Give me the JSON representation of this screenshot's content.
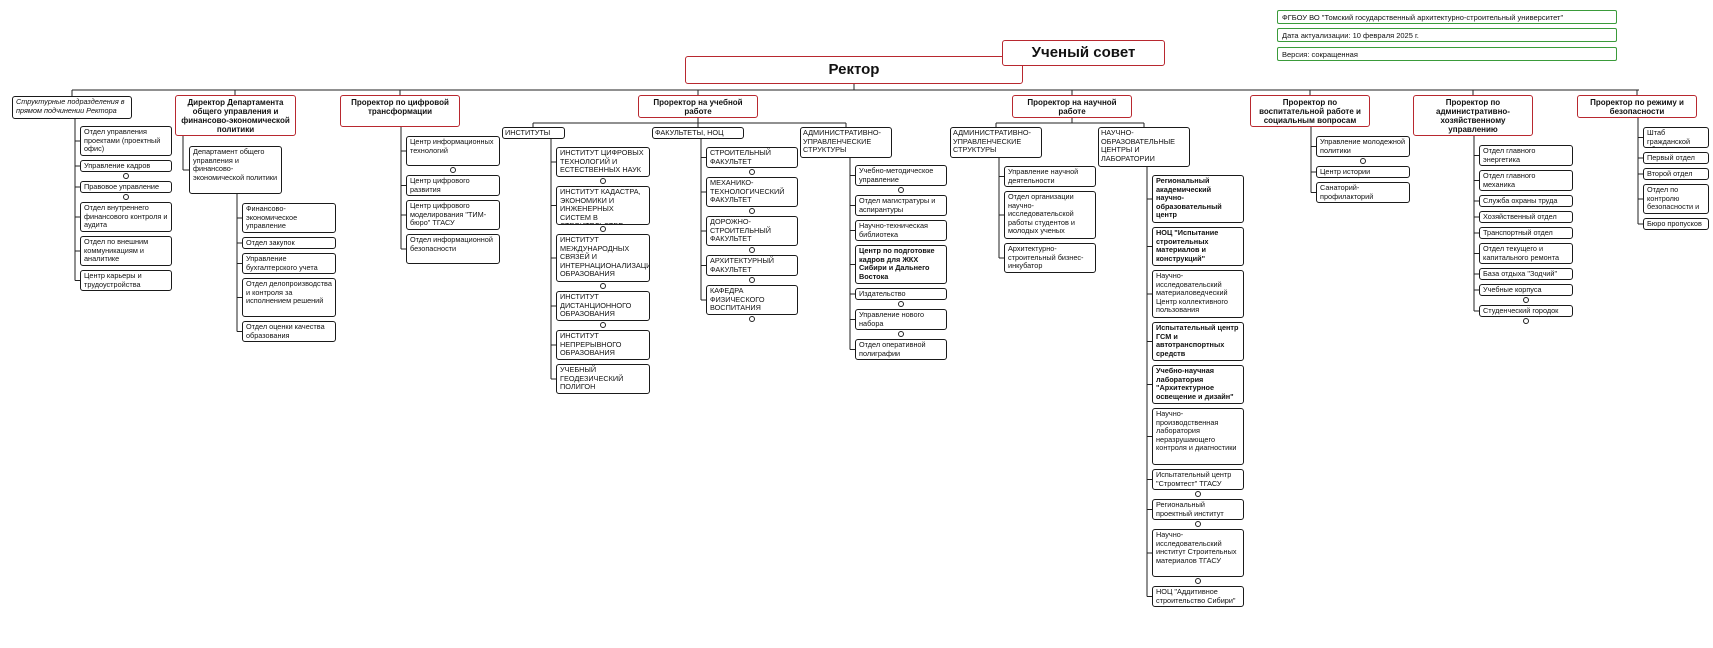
{
  "info": {
    "line1": "ФГБОУ ВО \"Томский государственный архитектурно-строительный университет\"",
    "line2": "Дата актуализации: 10 февраля 2025 г.",
    "line3": "Версия: сокращенная"
  },
  "top": {
    "rector": "Ректор",
    "council": "Ученый совет"
  },
  "rector_direct": {
    "header": "Структурные подразделения в прямом подчинении Ректора",
    "items": [
      "Отдел управления проектами (проектный офис)",
      "Управление кадров",
      "Правовое управление",
      "Отдел внутреннего финансового контроля и аудита",
      "Отдел по внешним коммуникациям и аналитике",
      "Центр карьеры и трудоустройства"
    ]
  },
  "finance": {
    "header": "Директор Департамента общего управления и финансово-экономической политики",
    "dept": "Департамент общего управления и финансово-экономической политики",
    "items": [
      "Финансово-экономическое управление",
      "Отдел закупок",
      "Управление бухгалтерского учета",
      "Отдел делопроизводства и контроля за исполнением решений",
      "Отдел оценки качества образования"
    ]
  },
  "digital": {
    "header": "Проректор по цифровой трансформации",
    "items": [
      "Центр информационных технологий",
      "Центр цифрового развития",
      "Центр цифрового моделирования \"ТИМ-бюро\" ТГАСУ",
      "Отдел информационной безопасности"
    ]
  },
  "academic": {
    "header": "Проректор на учебной работе",
    "institutes_label": "ИНСТИТУТЫ",
    "institutes": [
      "ИНСТИТУТ ЦИФРОВЫХ ТЕХНОЛОГИЙ И ЕСТЕСТВЕННЫХ НАУК",
      "ИНСТИТУТ КАДАСТРА, ЭКОНОМИКИ И ИНЖЕНЕРНЫХ СИСТЕМ В СТРОИТЕЛЬСТВЕ",
      "ИНСТИТУТ МЕЖДУНАРОДНЫХ СВЯЗЕЙ И ИНТЕРНАЦИОНАЛИЗАЦИИ ОБРАЗОВАНИЯ",
      "ИНСТИТУТ ДИСТАНЦИОННОГО ОБРАЗОВАНИЯ",
      "ИНСТИТУТ НЕПРЕРЫВНОГО ОБРАЗОВАНИЯ",
      "УЧЕБНЫЙ ГЕОДЕЗИЧЕСКИЙ ПОЛИГОН"
    ],
    "faculties_label": "ФАКУЛЬТЕТЫ, НОЦ",
    "faculties": [
      "СТРОИТЕЛЬНЫЙ ФАКУЛЬТЕТ",
      "МЕХАНИКО-ТЕХНОЛОГИЧЕСКИЙ ФАКУЛЬТЕТ",
      "ДОРОЖНО-СТРОИТЕЛЬНЫЙ ФАКУЛЬТЕТ",
      "АРХИТЕКТУРНЫЙ ФАКУЛЬТЕТ",
      "КАФЕДРА ФИЗИЧЕСКОГО ВОСПИТАНИЯ"
    ],
    "admin_label": "АДМИНИСТРАТИВНО-УПРАВЛЕНЧЕСКИЕ СТРУКТУРЫ",
    "admin": [
      "Учебно-методическое управление",
      "Отдел магистратуры и аспирантуры",
      "Научно-техническая библиотека",
      "Центр по подготовке кадров для ЖКХ Сибири и Дальнего Востока",
      "Издательство",
      "Управление нового набора",
      "Отдел оперативной полиграфии"
    ]
  },
  "science": {
    "header": "Проректор на научной работе",
    "admin_label": "АДМИНИСТРАТИВНО-УПРАВЛЕНЧЕСКИЕ СТРУКТУРЫ",
    "admin": [
      "Управление научной деятельности",
      "Отдел организации научно-исследовательской работы студентов и молодых ученых",
      "Архитектурно-строительный бизнес-инкубатор"
    ],
    "centers_label": "НАУЧНО-ОБРАЗОВАТЕЛЬНЫЕ ЦЕНТРЫ И ЛАБОРАТОРИИ",
    "centers": [
      "Региональный академический научно-образовательный центр",
      "НОЦ \"Испытание строительных материалов и конструкций\"",
      "Научно-исследовательский материаловедческий Центр коллективного пользования",
      "Испытательный центр ГСМ и автотранспортных средств",
      "Учебно-научная лаборатория \"Архитектурное освещение и дизайн\"",
      "Научно-производственная лаборатория неразрушающего контроля и диагностики",
      "Испытательный центр \"Стромтест\" ТГАСУ",
      "Региональный проектный институт",
      "Научно-исследовательский институт Строительных материалов ТГАСУ",
      "НОЦ \"Аддитивное строительство Сибири\""
    ]
  },
  "social": {
    "header": "Проректор по воспитательной работе и социальным вопросам",
    "items": [
      "Управление молодежной политики",
      "Центр истории",
      "Санаторий-профилакторий"
    ]
  },
  "admin_econ": {
    "header": "Проректор по административно-хозяйственному управлению",
    "items": [
      "Отдел главного энергетика",
      "Отдел главного механика",
      "Служба охраны труда",
      "Хозяйственный отдел",
      "Транспортный отдел",
      "Отдел текущего и капитального ремонта",
      "База отдыха \"Зодчий\"",
      "Учебные корпуса",
      "Студенческий городок"
    ]
  },
  "security": {
    "header": "Проректор по режиму и безопасности",
    "items": [
      "Штаб гражданской обороны",
      "Первый отдел",
      "Второй отдел",
      "Отдел по контролю безопасности и антитеррору",
      "Бюро пропусков"
    ]
  }
}
